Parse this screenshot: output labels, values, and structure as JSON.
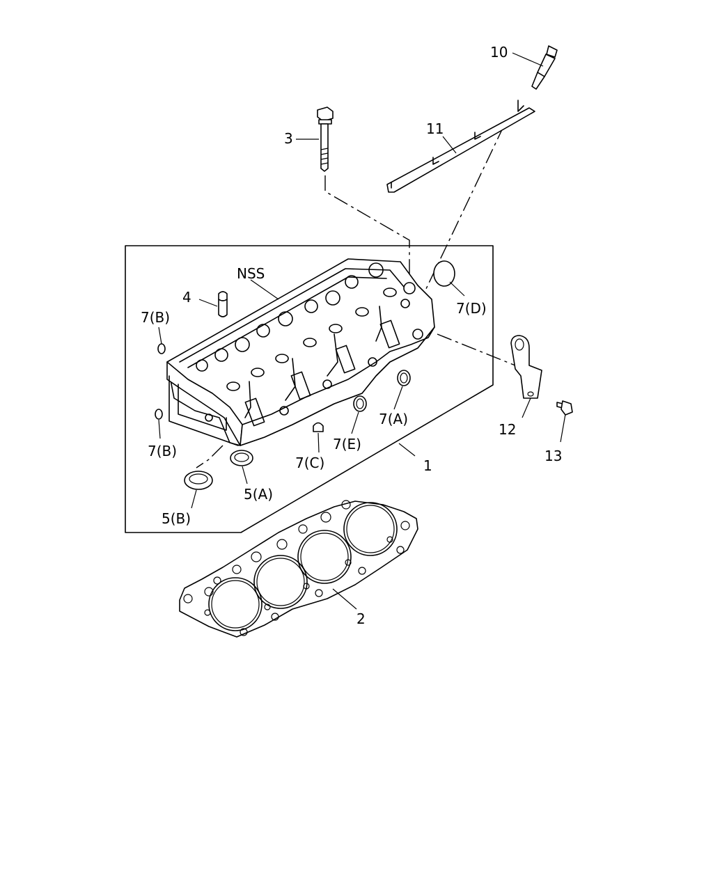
{
  "labels": {
    "l1": "1",
    "l2": "2",
    "l3": "3",
    "l4": "4",
    "l5a": "5(A)",
    "l5b": "5(B)",
    "l7a": "7(A)",
    "l7b_top": "7(B)",
    "l7b_bottom": "7(B)",
    "l7c": "7(C)",
    "l7d": "7(D)",
    "l7e": "7(E)",
    "l10": "10",
    "l11": "11",
    "l12": "12",
    "l13": "13",
    "nss": "NSS"
  },
  "colors": {
    "line": "#000000",
    "background": "#ffffff"
  }
}
